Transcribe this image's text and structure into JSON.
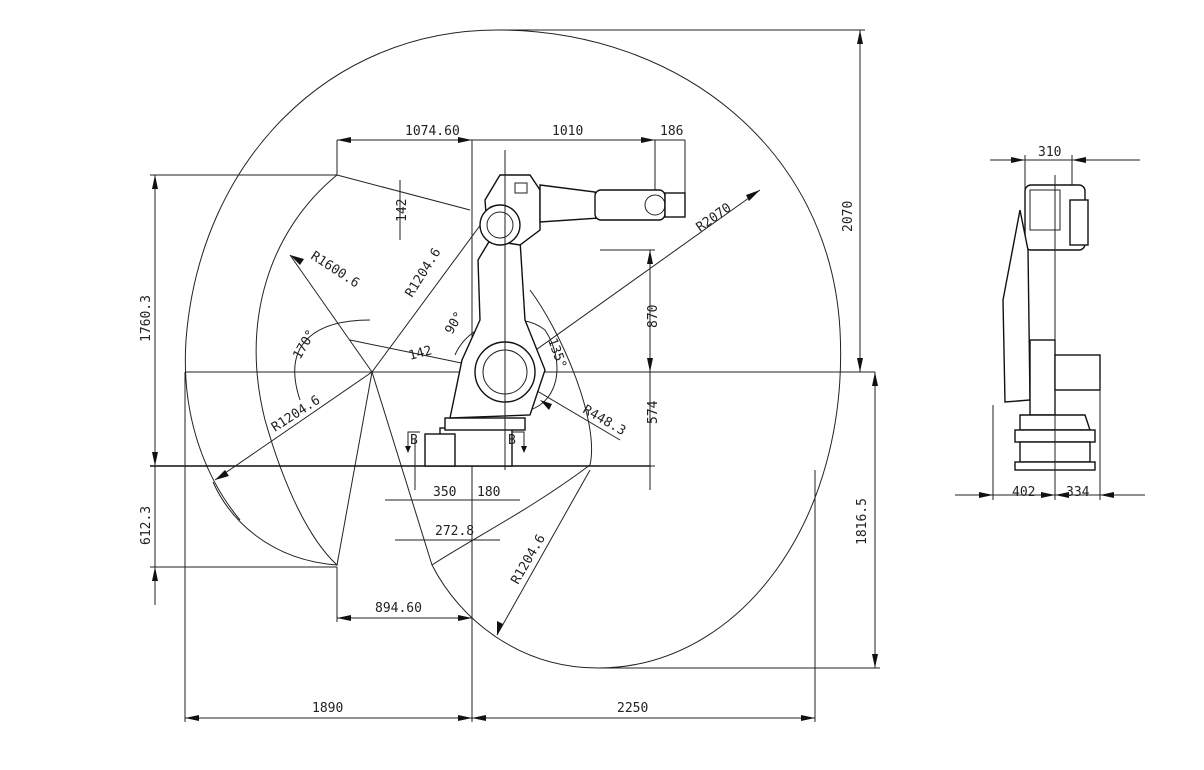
{
  "drawing": {
    "front_view": {
      "horizontal_dims": {
        "upper_arm_offset": "1074.60",
        "forearm_length": "1010",
        "wrist_length": "186",
        "base_left": "350",
        "base_right": "180",
        "offset_lower": "272.8",
        "reach_back": "894.60",
        "total_left": "1890",
        "total_right": "2250"
      },
      "vertical_dims": {
        "shoulder_offset": "142",
        "top_reach": "2070",
        "height_left": "1760.3",
        "arm_height": "870",
        "base_height": "574",
        "lower_left": "612.3",
        "lower_right": "1816.5"
      },
      "radii": {
        "r1600": "R1600.6",
        "r1204_top": "R1204.6",
        "r2070": "R2070",
        "r1204_left": "R1204.6",
        "r448": "R448.3",
        "r1204_bottom": "R1204.6"
      },
      "angles": {
        "a170": "170°",
        "a90": "90°",
        "a135": "135°"
      },
      "small_142": "142",
      "section_marker": "B"
    },
    "side_view": {
      "width_top": "310",
      "base_left": "402",
      "base_right": "334"
    }
  }
}
